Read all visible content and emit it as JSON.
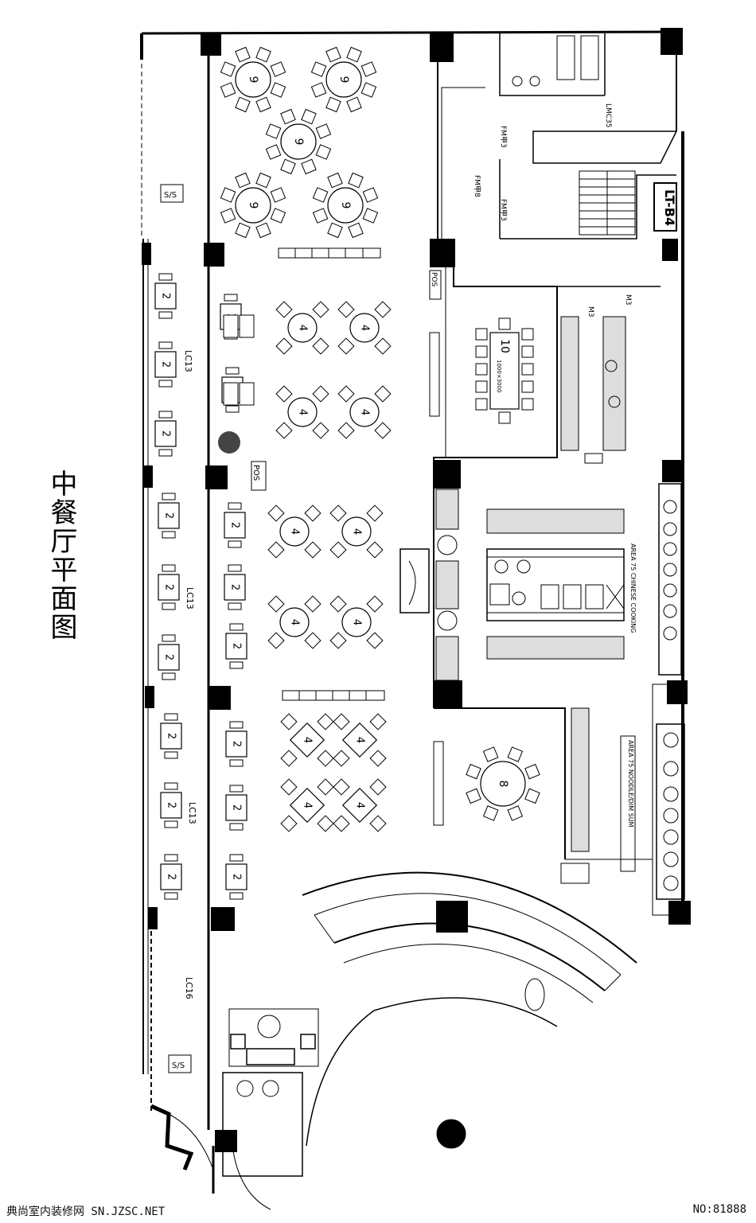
{
  "title": "中餐厅平面图",
  "footer": {
    "left": "典尚室内装修网 SN.JZSC.NET",
    "right": "NO:81888"
  },
  "room_labels": {
    "lift_lobby": "LT-B4",
    "cooking_area": "AREA 75 CHINESE COOKING",
    "noodle_area": "AREA 75 NOODLE/DIM SUM",
    "window_1": "LC13",
    "window_2": "LC13",
    "window_3": "LC13",
    "window_4": "LC16",
    "service_station_top": "S/S",
    "service_station_bottom": "S/S",
    "pos_1": "POS",
    "pos_2": "POS",
    "door_1": "FM甲8",
    "door_2": "FM甲3",
    "door_3": "FM甲3",
    "door_4": "M3",
    "door_5": "M3",
    "door_6": "LMC35"
  },
  "tables": {
    "round_9": "9",
    "table_10": "10",
    "table_10_size": "1000×3000",
    "round_8": "8",
    "square_4": "4",
    "booth_2": "2"
  }
}
